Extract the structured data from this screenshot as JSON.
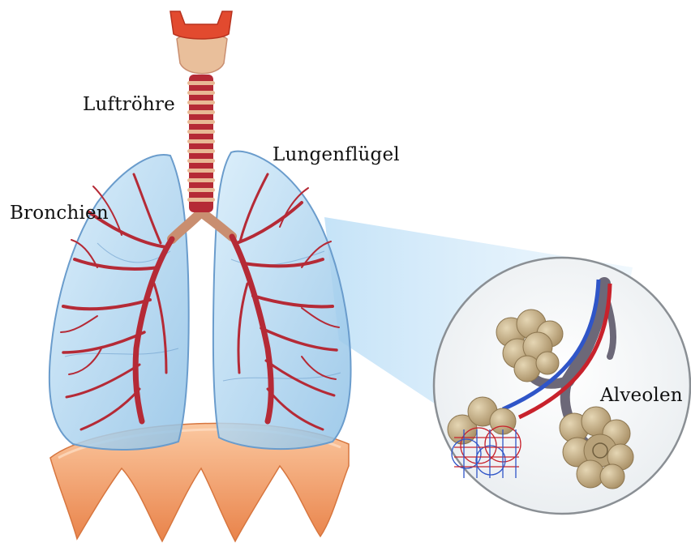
{
  "labels": {
    "trachea": "Luftröhre",
    "lung_lobe": "Lungenflügel",
    "bronchi": "Bronchien",
    "alveoli": "Alveolen"
  },
  "colors": {
    "lung_fill": "#a9d3ee",
    "lung_stroke": "#6a9ccc",
    "airway": "#b52a36",
    "cartilage": "#e8b894",
    "diaphragm": "#f0935c",
    "alveolus": "#c9b68c",
    "vein_blue": "#2f55c8",
    "artery_red": "#c8222c"
  }
}
